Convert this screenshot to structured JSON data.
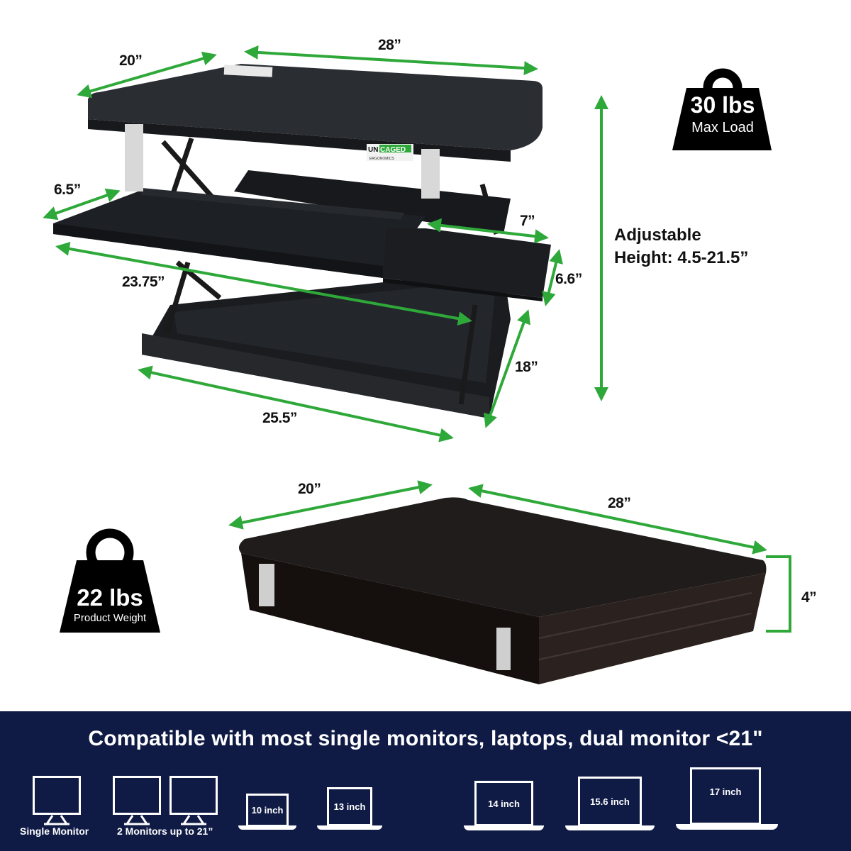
{
  "product": {
    "brand_badge": {
      "part1": "UN",
      "part2": "CAGED",
      "sub": "ERGONOMICS"
    },
    "colors": {
      "arrow_green": "#2fa83a",
      "banner_navy": "#0f1b45",
      "desk_black": "#1c1e22",
      "text_dark": "#111111",
      "white": "#ffffff"
    }
  },
  "expanded_view": {
    "dimensions": {
      "top_depth": "20”",
      "top_width": "28”",
      "keyboard_depth": "6.5”",
      "mouse_tray_width": "7”",
      "keyboard_width": "23.75”",
      "mouse_tray_depth": "6.6”",
      "base_depth": "18”",
      "base_width": "25.5”"
    },
    "adjustable_height": {
      "line1": "Adjustable",
      "line2": "Height: 4.5-21.5”"
    },
    "max_load": {
      "value": "30 lbs",
      "label": "Max Load"
    }
  },
  "collapsed_view": {
    "dimensions": {
      "depth": "20”",
      "width": "28”",
      "height": "4”"
    },
    "product_weight": {
      "value": "22 lbs",
      "label": "Product Weight"
    }
  },
  "compatibility_banner": {
    "title": "Compatible with most single monitors, laptops, dual monitor <21\"",
    "devices": [
      {
        "type": "monitor",
        "label": "Single Monitor"
      },
      {
        "type": "dual-monitor",
        "label": "2 Monitors up to 21”"
      },
      {
        "type": "laptop",
        "label": "10 inch"
      },
      {
        "type": "laptop",
        "label": "13 inch"
      },
      {
        "type": "laptop",
        "label": "14 inch"
      },
      {
        "type": "laptop",
        "label": "15.6 inch"
      },
      {
        "type": "laptop",
        "label": "17 inch"
      }
    ]
  }
}
